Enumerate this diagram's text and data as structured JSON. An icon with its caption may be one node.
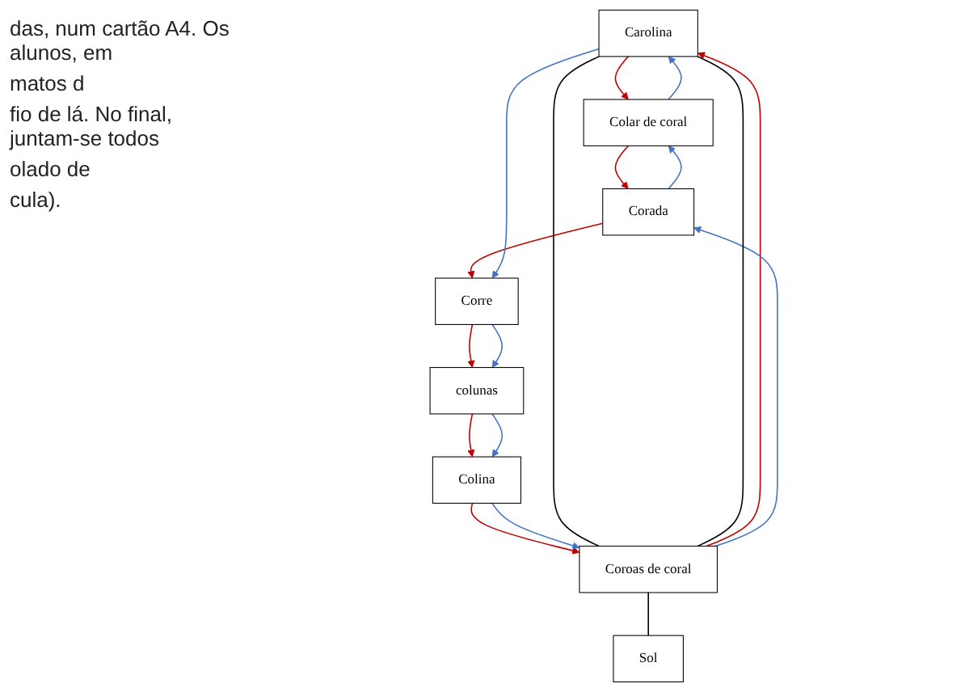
{
  "diagram": {
    "nodes": [
      {
        "text": [
          "Carolina"
        ]
      },
      {
        "text": [
          "Colar de coral"
        ]
      },
      {
        "text": [
          "Corada"
        ]
      },
      {
        "text": [
          "Corre"
        ]
      },
      {
        "text": [
          "colunas"
        ]
      },
      {
        "text": [
          "Colina"
        ]
      },
      {
        "text": [
          "Coroas de coral"
        ]
      },
      {
        "text": [
          "Sol"
        ]
      }
    ],
    "edges": [
      {
        "from": 0,
        "to": 1,
        "arrow": "to",
        "color": "#c00000"
      },
      {
        "from": 1,
        "to": 2,
        "arrow": "to",
        "color": "#c00000"
      },
      {
        "from": 2,
        "to": 3,
        "arrow": "to",
        "color": "#c00000"
      },
      {
        "from": 3,
        "to": 4,
        "arrow": "to",
        "color": "#c00000"
      },
      {
        "from": 4,
        "to": 5,
        "arrow": "to",
        "color": "#c00000"
      },
      {
        "from": 5,
        "to": 6,
        "arrow": "to",
        "color": "#c00000"
      },
      {
        "from": 6,
        "to": 0,
        "arrow": "to",
        "color": "#c00000"
      },
      {
        "from": 0,
        "to": 3,
        "arrow": "to",
        "color": "#4472c4"
      },
      {
        "from": 3,
        "to": 4,
        "arrow": "to",
        "color": "#4472c4"
      },
      {
        "from": 4,
        "to": 5,
        "arrow": "to",
        "color": "#4472c4"
      },
      {
        "from": 5,
        "to": 6,
        "arrow": "to",
        "color": "#4472c4"
      },
      {
        "from": 6,
        "to": 2,
        "arrow": "to",
        "color": "#4472c4"
      },
      {
        "from": 2,
        "to": 1,
        "arrow": "to",
        "color": "#4472c4"
      },
      {
        "from": 1,
        "to": 0,
        "arrow": "to",
        "color": "#4472c4"
      },
      {
        "from": 0,
        "to": 6,
        "arrow": "none",
        "color": "#000000"
      },
      {
        "from": 0,
        "to": 6,
        "arrow": "none",
        "color": "#000000"
      },
      {
        "from": 6,
        "to": 7,
        "arrow": "none",
        "color": "#000000"
      }
    ],
    "labels": [
      "das, num cartão A4. Os alunos, em",
      "matos d",
      "fio de lá. No final, juntam-se todos",
      "olado de",
      "cula)."
    ]
  }
}
